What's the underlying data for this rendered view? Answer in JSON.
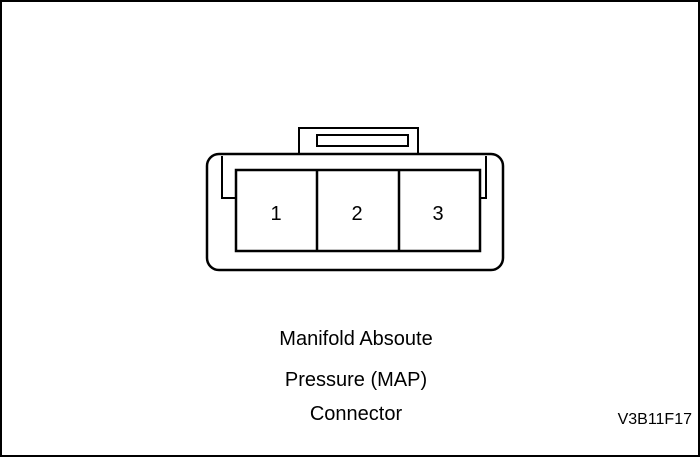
{
  "connector": {
    "pins": [
      "1",
      "2",
      "3"
    ]
  },
  "caption": {
    "line1": "Manifold Absoute",
    "line2": "Pressure (MAP)",
    "line3": "Connector"
  },
  "figure_code": "V3B11F17"
}
